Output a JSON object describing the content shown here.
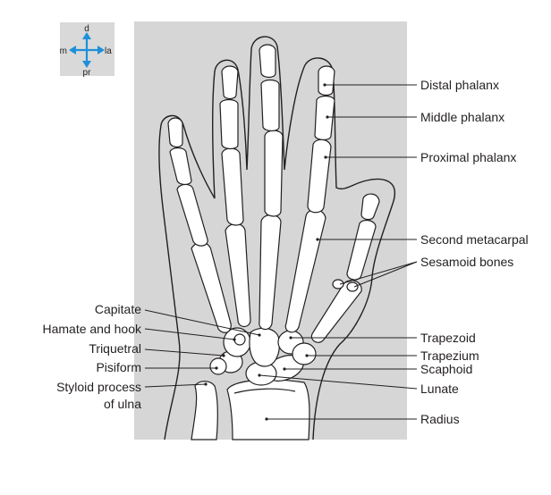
{
  "compass": {
    "top": "d",
    "bottom": "pr",
    "left": "m",
    "right": "la",
    "colors": {
      "box": "#d9d9d9",
      "arrow": "#1e90d8"
    }
  },
  "colors": {
    "panel": "#d6d6d6",
    "ink": "#231f20"
  },
  "labels_right": [
    "Distal phalanx",
    "Middle phalanx",
    "Proximal phalanx",
    "Second metacarpal",
    "Sesamoid bones",
    "Trapezoid",
    "Trapezium",
    "Scaphoid",
    "Lunate",
    "Radius"
  ],
  "labels_left": [
    "Capitate",
    "Hamate and hook",
    "Triquetral",
    "Pisiform",
    "Styloid process",
    "of ulna"
  ]
}
